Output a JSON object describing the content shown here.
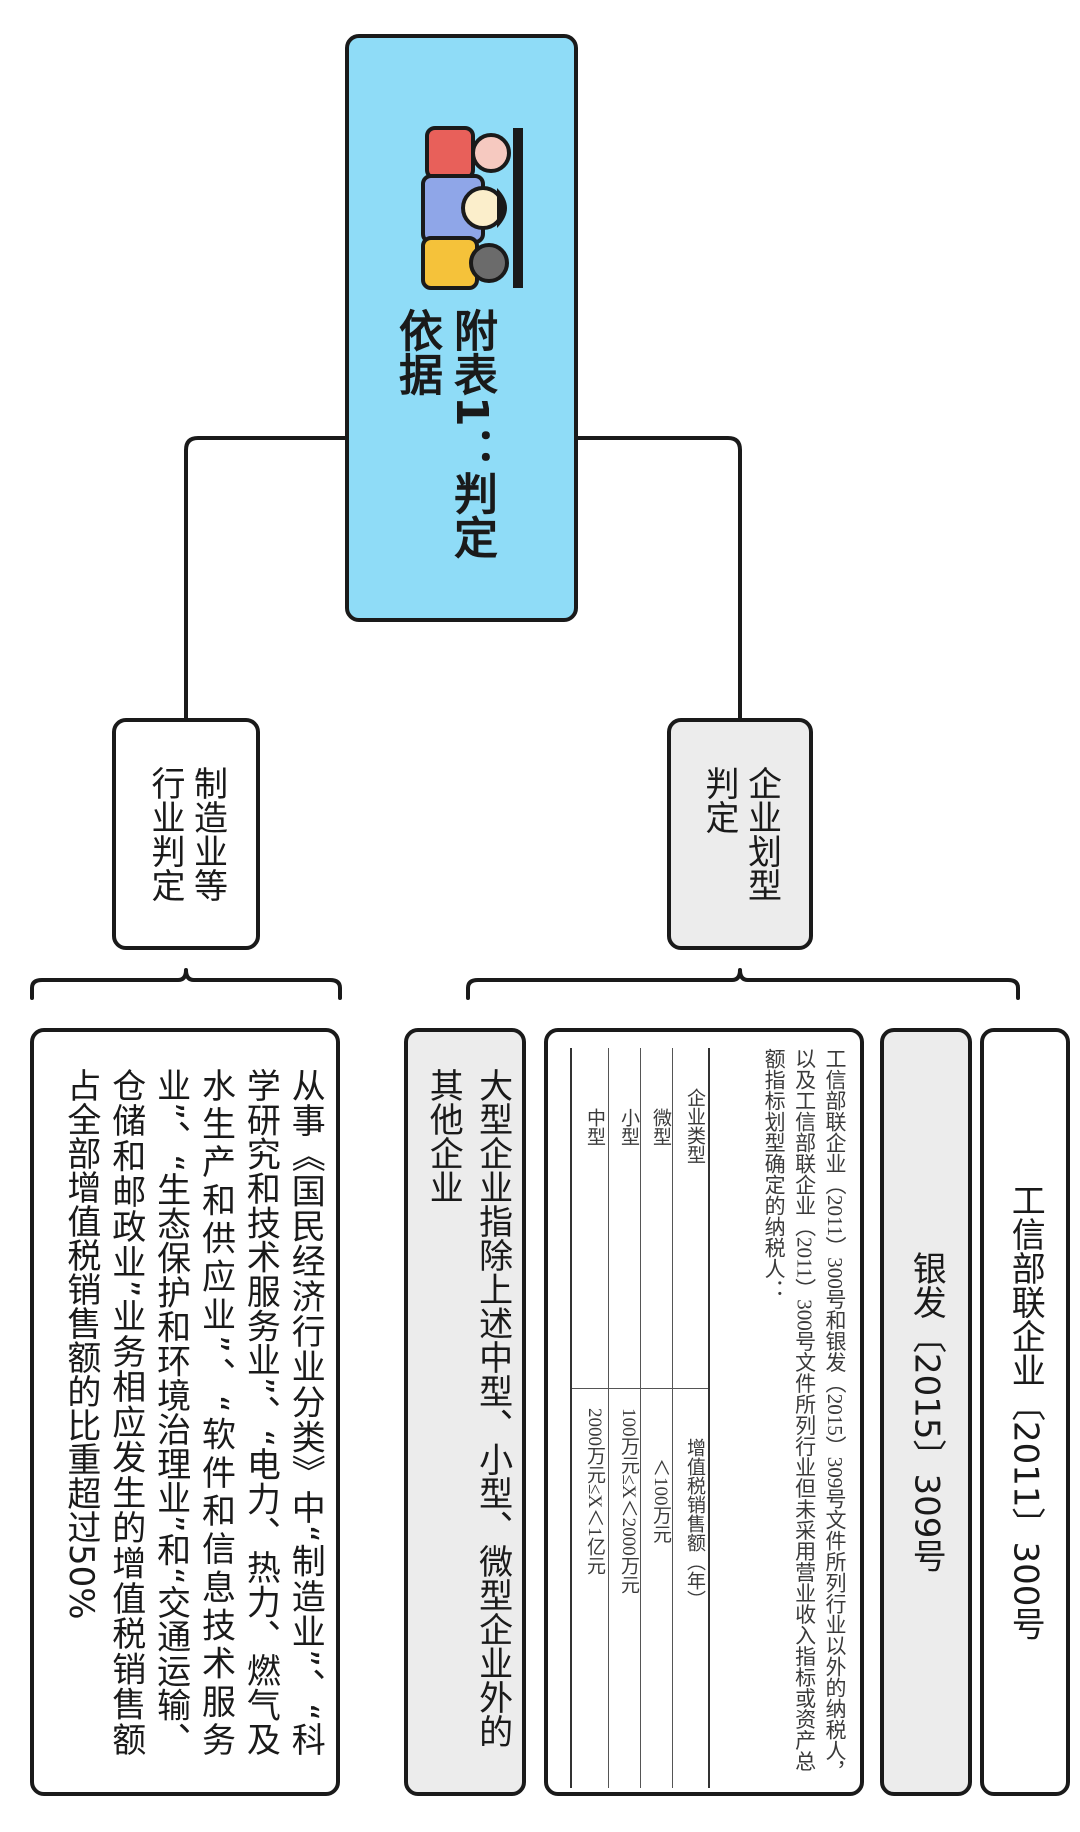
{
  "root": {
    "title_line1": "附表1：判定",
    "title_line2": "依据"
  },
  "branches": {
    "manufacturing": {
      "label_line1": "制造业等",
      "label_line2": "行业判定",
      "detail": "从事《国民经济行业分类》中“制造业”、“科学研究和技术服务业”、“电力、热力、燃气及水生产和供应业”、“软件和信息技术服务业”、“生态保护和环境治理业”和“交通运输、仓储和邮政业”业务相应发生的增值税销售额占全部增值税销售额的比重超过50%"
    },
    "enterprise_type": {
      "label_line1": "企业划型",
      "label_line2": "判定",
      "doc1": "工信部联企业〔2011〕300号",
      "doc2": "银发〔2015〕309号",
      "note": "工信部联企业（2011）300号和银发（2015）309号文件所列行业以外的纳税人，以及工信部联企业（2011）300号文件所列行业但未采用营业收入指标或资产总额指标划型确定的纳税人：",
      "table": {
        "headers": [
          "企业类型",
          "增值税销售额（年）"
        ],
        "rows": [
          [
            "微型",
            "＜100万元"
          ],
          [
            "小型",
            "100万元≤X＜2000万元"
          ],
          [
            "中型",
            "2000万元≤X＜1亿元"
          ]
        ]
      },
      "large_def": "大型企业指除上述中型、小型、微型企业外的其他企业"
    }
  },
  "colors": {
    "root_fill": "#8fdcf7",
    "gray_fill": "#ececec",
    "line": "#1a1a1a"
  },
  "icons": {
    "root_icon": "people-icon"
  }
}
